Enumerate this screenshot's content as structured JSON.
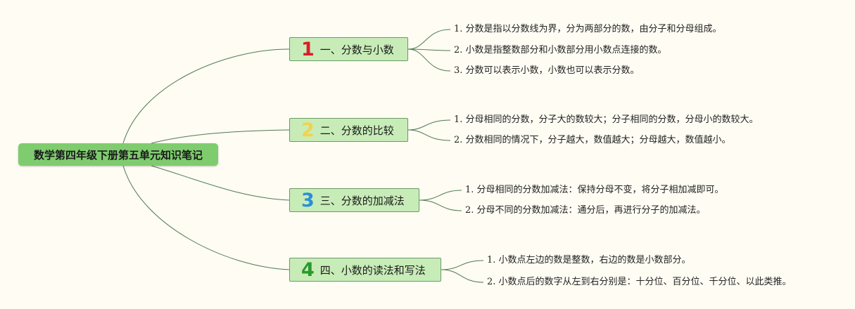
{
  "root": {
    "label": "数学第四年级下册第五单元知识笔记"
  },
  "colors": {
    "root_fill": "#7fcc6f",
    "branch_fill": "#c8ecb8",
    "branch_border": "#6a9a64",
    "link": "#4f7a50",
    "background": "#fefcf3"
  },
  "branches": [
    {
      "number": "1",
      "number_color": "#d81e2a",
      "label": "一、分数与小数",
      "items": [
        "1. 分数是指以分数线为界，分为两部分的数，由分子和分母组成。",
        "2. 小数是指整数部分和小数部分用小数点连接的数。",
        "3. 分数可以表示小数，小数也可以表示分数。"
      ]
    },
    {
      "number": "2",
      "number_color": "#f3d24a",
      "label": "二、分数的比较",
      "items": [
        "1. 分母相同的分数，分子大的数较大；分子相同的分数，分母小的数较大。",
        "2. 分数相同的情况下，分子越大，数值越大；分母越大，数值越小。"
      ]
    },
    {
      "number": "3",
      "number_color": "#2a8fd8",
      "label": "三、分数的加减法",
      "items": [
        "1. 分母相同的分数加减法：保持分母不变，将分子相加减即可。",
        "2. 分母不同的分数加减法：通分后，再进行分子的加减法。"
      ]
    },
    {
      "number": "4",
      "number_color": "#2a9a2a",
      "label": "四、小数的读法和写法",
      "items": [
        "1. 小数点左边的数是整数，右边的数是小数部分。",
        "2. 小数点后的数字从左到右分别是：十分位、百分位、千分位、以此类推。"
      ]
    }
  ]
}
